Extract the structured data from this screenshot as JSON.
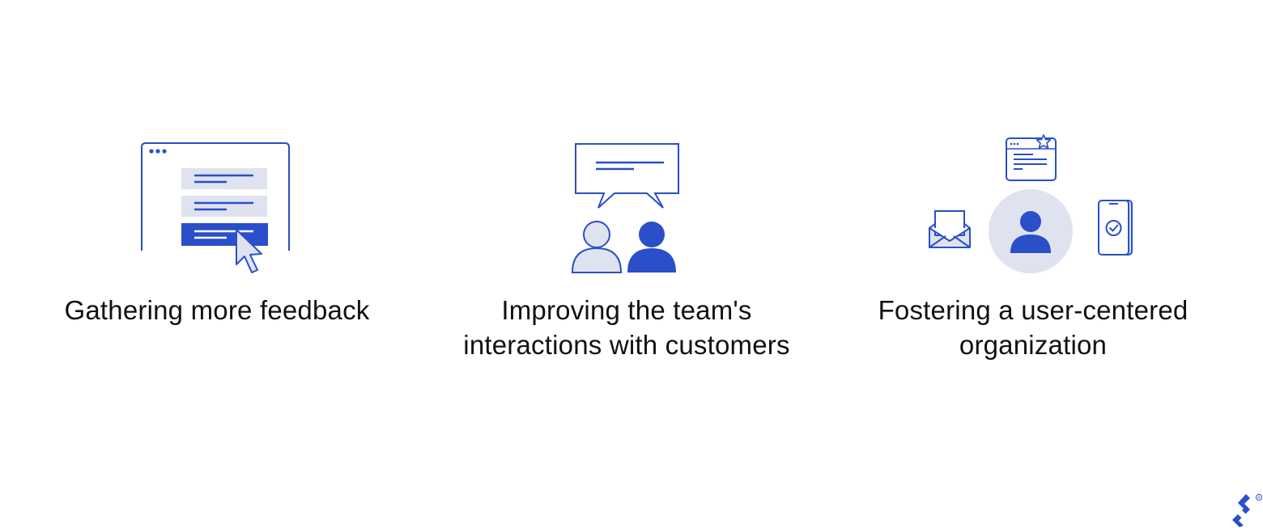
{
  "colors": {
    "primary": "#2a4fc9",
    "light": "#dfe3f0",
    "text": "#111111"
  },
  "items": [
    {
      "icon": "feedback-form-icon",
      "caption": "Gathering more feedback"
    },
    {
      "icon": "team-conversation-icon",
      "caption": "Improving the team's interactions with customers"
    },
    {
      "icon": "user-centered-icon",
      "caption": "Fostering a user-centered organization"
    }
  ],
  "logo": {
    "icon": "toptal-logo-icon"
  }
}
